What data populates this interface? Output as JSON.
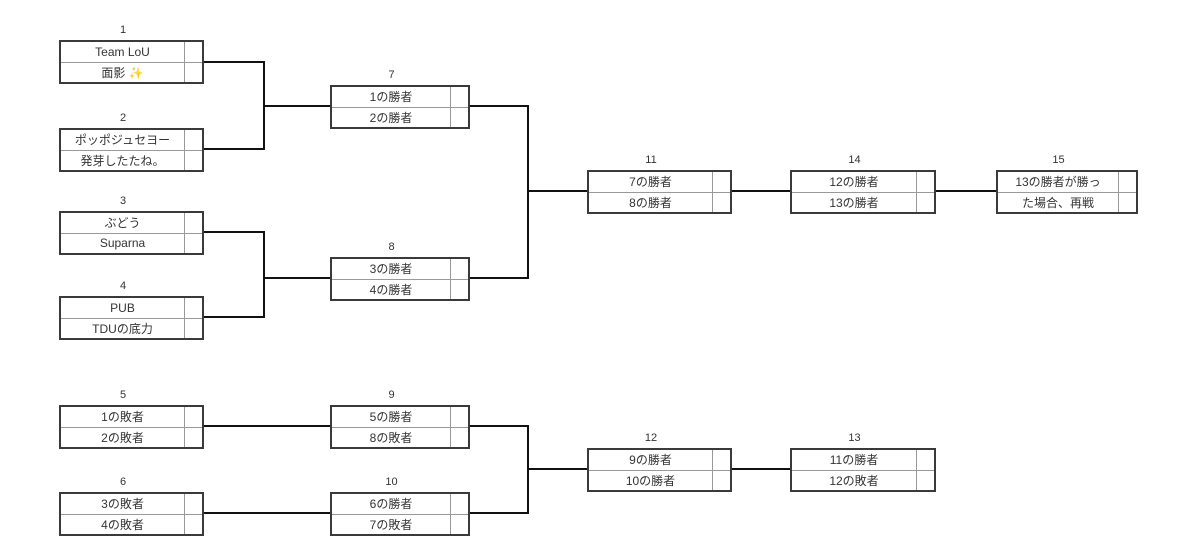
{
  "matches": [
    {
      "number": "1",
      "slots": [
        "Team LoU",
        "面影 ✨"
      ]
    },
    {
      "number": "2",
      "slots": [
        "ポッポジュセヨー",
        "発芽したたね。"
      ]
    },
    {
      "number": "3",
      "slots": [
        "ぶどう",
        "Suparna"
      ]
    },
    {
      "number": "4",
      "slots": [
        "PUB",
        "TDUの底力"
      ]
    },
    {
      "number": "5",
      "slots": [
        "1の敗者",
        "2の敗者"
      ]
    },
    {
      "number": "6",
      "slots": [
        "3の敗者",
        "4の敗者"
      ]
    },
    {
      "number": "7",
      "slots": [
        "1の勝者",
        "2の勝者"
      ]
    },
    {
      "number": "8",
      "slots": [
        "3の勝者",
        "4の勝者"
      ]
    },
    {
      "number": "9",
      "slots": [
        "5の勝者",
        "8の敗者"
      ]
    },
    {
      "number": "10",
      "slots": [
        "6の勝者",
        "7の敗者"
      ]
    },
    {
      "number": "11",
      "slots": [
        "7の勝者",
        "8の勝者"
      ]
    },
    {
      "number": "12",
      "slots": [
        "9の勝者",
        "10の勝者"
      ]
    },
    {
      "number": "13",
      "slots": [
        "11の勝者",
        "12の敗者"
      ]
    },
    {
      "number": "14",
      "slots": [
        "12の勝者",
        "13の勝者"
      ]
    },
    {
      "number": "15",
      "slots": [
        "13の勝者が勝っ",
        "た場合、再戦"
      ]
    }
  ],
  "colors": {
    "background": "#ffffff",
    "box_border": "#3a3a3a",
    "inner_divider": "#999999",
    "connector": "#111111",
    "text": "#333333"
  }
}
